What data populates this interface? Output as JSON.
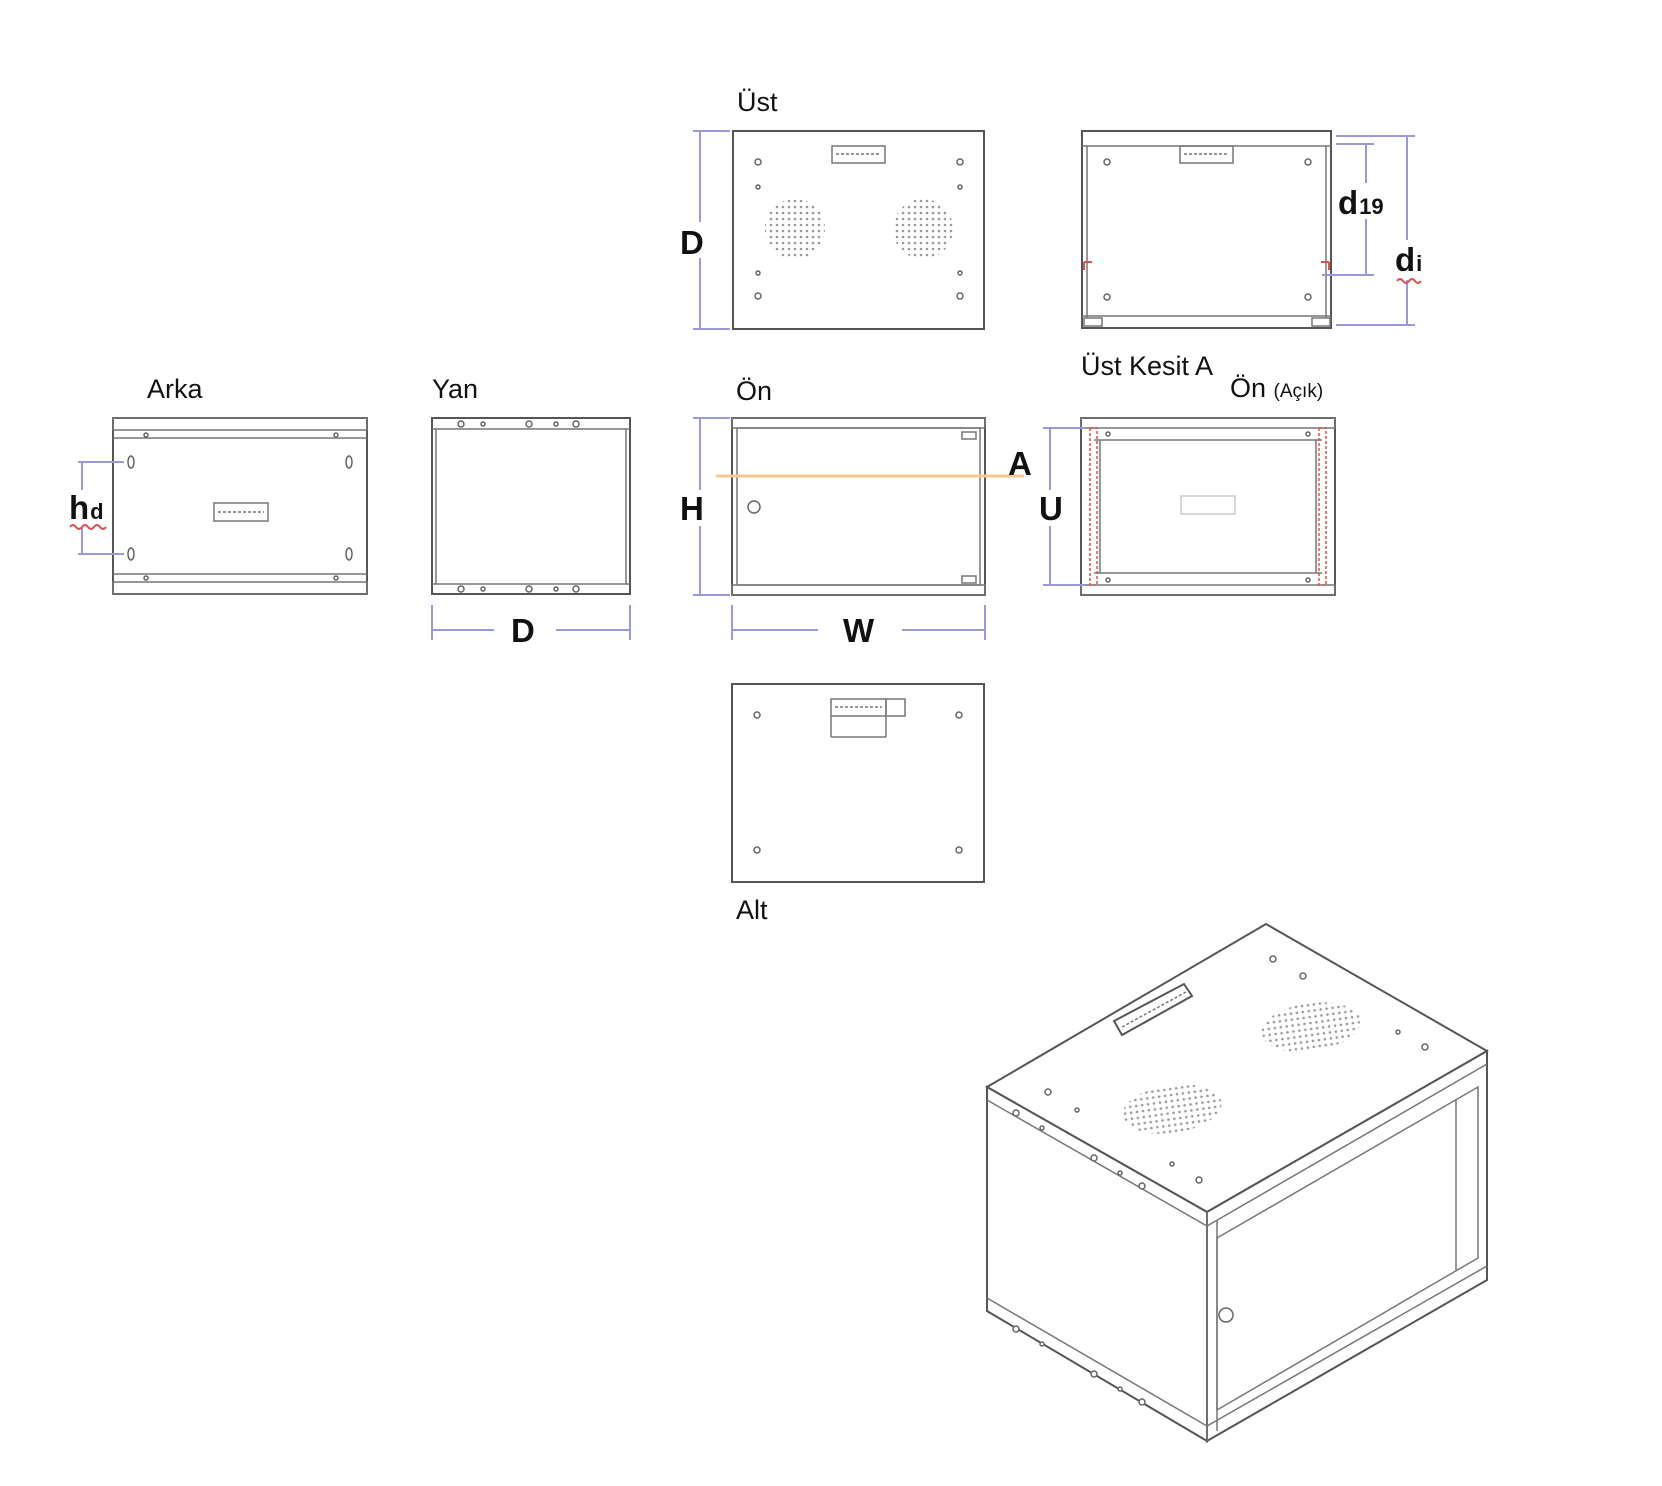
{
  "views": {
    "top": "Üst",
    "rear": "Arka",
    "side": "Yan",
    "front": "Ön",
    "section": "Üst Kesit  A",
    "front_open": "Ön",
    "front_open_note": "(Açık)",
    "bottom": "Alt"
  },
  "dimensions": {
    "depth_top": "D",
    "depth_side": "D",
    "height": "H",
    "width": "W",
    "section_marker": "A",
    "units": "U",
    "hd_main": "h",
    "hd_sub": "d",
    "d19_main": "d",
    "d19_sub": "19",
    "di_main": "d",
    "di_sub": "i"
  },
  "colors": {
    "line": "#555555",
    "dimension": "#9a9ad8",
    "section_line": "#f5c98a",
    "rail_hatch": "#d9534f"
  }
}
